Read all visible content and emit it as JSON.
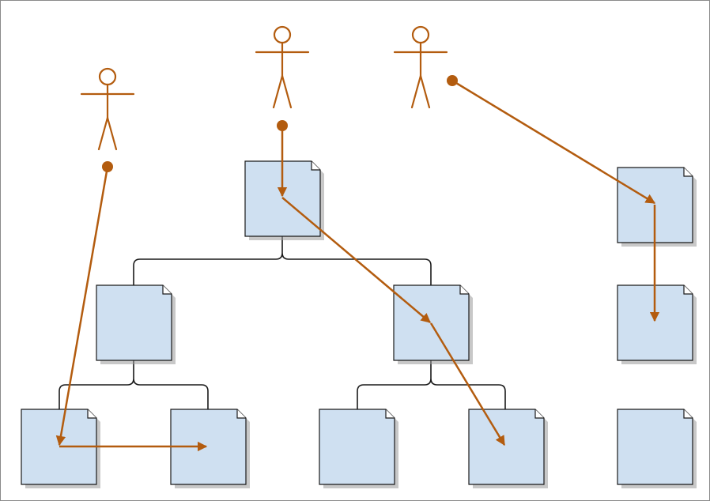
{
  "colors": {
    "background": "#ffffff",
    "frame": "#8a8a8a",
    "document_fill": "#cfe0f1",
    "document_stroke": "#1a1a1a",
    "document_shadow": "#9a9a9a",
    "tree_line": "#1a1a1a",
    "actor_and_path": "#b35c0f"
  },
  "actors": [
    {
      "id": "actor-1",
      "icon": "stick-figure-icon"
    },
    {
      "id": "actor-2",
      "icon": "stick-figure-icon"
    },
    {
      "id": "actor-3",
      "icon": "stick-figure-icon"
    }
  ],
  "documents": [
    {
      "id": "doc-root-a",
      "icon": "document-icon"
    },
    {
      "id": "doc-a-left",
      "icon": "document-icon"
    },
    {
      "id": "doc-a-right",
      "icon": "document-icon"
    },
    {
      "id": "doc-a-left-left",
      "icon": "document-icon"
    },
    {
      "id": "doc-a-left-right",
      "icon": "document-icon"
    },
    {
      "id": "doc-a-right-left",
      "icon": "document-icon"
    },
    {
      "id": "doc-a-right-right",
      "icon": "document-icon"
    },
    {
      "id": "doc-b-1",
      "icon": "document-icon"
    },
    {
      "id": "doc-b-2",
      "icon": "document-icon"
    },
    {
      "id": "doc-b-3",
      "icon": "document-icon"
    }
  ],
  "paths": [
    {
      "actor": "actor-1",
      "visits": [
        "doc-a-left-left",
        "doc-a-left-right"
      ]
    },
    {
      "actor": "actor-2",
      "visits": [
        "doc-root-a",
        "doc-a-right",
        "doc-a-right-right"
      ]
    },
    {
      "actor": "actor-3",
      "visits": [
        "doc-b-1",
        "doc-b-2"
      ]
    }
  ]
}
